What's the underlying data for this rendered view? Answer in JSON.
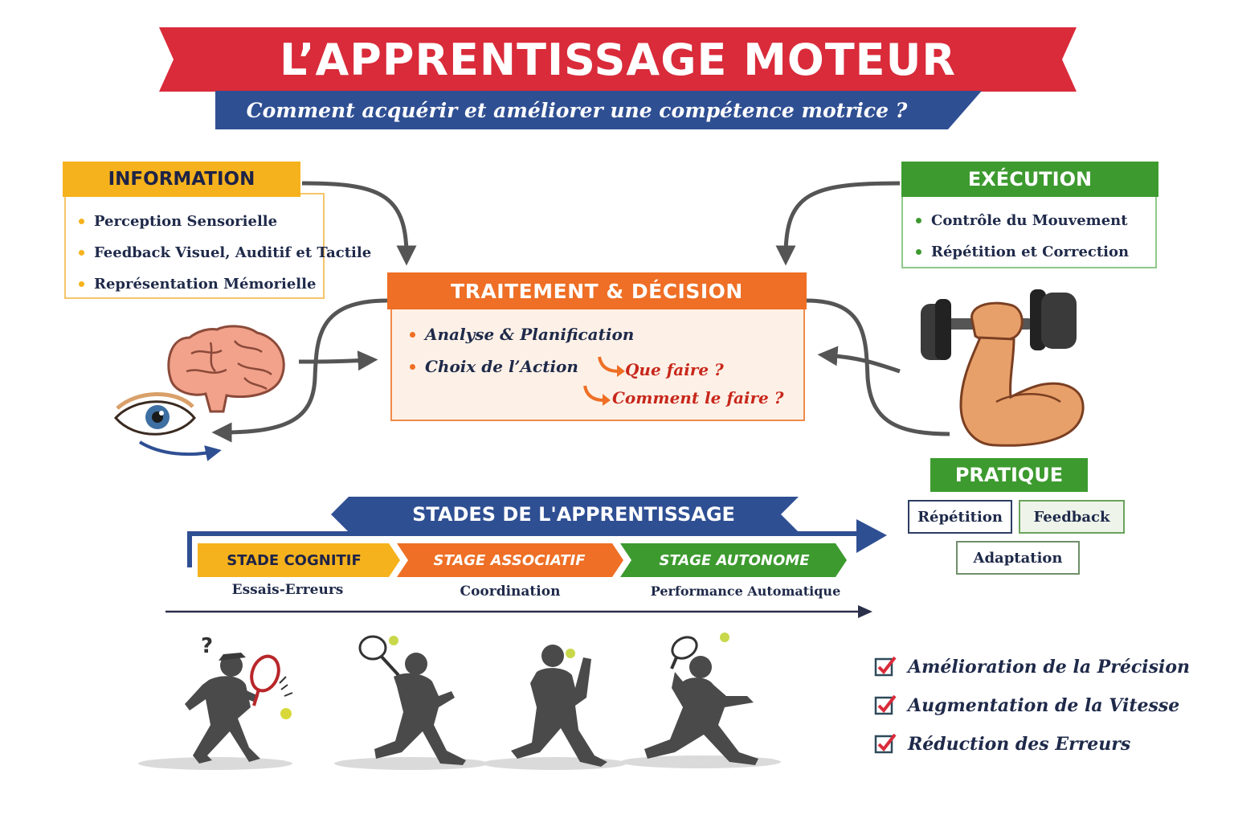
{
  "header": {
    "title": "L’APPRENTISSAGE MOTEUR",
    "subtitle": "Comment acquérir et améliorer une compétence motrice ?"
  },
  "information": {
    "title": "INFORMATION",
    "items": [
      "Perception Sensorielle",
      "Feedback Visuel, Auditif et Tactile",
      "Représentation Mémorielle"
    ]
  },
  "execution": {
    "title": "EXÉCUTION",
    "items": [
      "Contrôle du Mouvement",
      "Répétition et Correction"
    ]
  },
  "traitement": {
    "title": "TRAITEMENT & DÉCISION",
    "items": [
      "Analyse & Planification",
      "Choix de l’Action"
    ],
    "questions": [
      "Que faire ?",
      "Comment le faire ?"
    ]
  },
  "pratique": {
    "title": "PRATIQUE",
    "tags": [
      "Répétition",
      "Feedback",
      "Adaptation"
    ]
  },
  "stades": {
    "title": "STADES DE L'APPRENTISSAGE",
    "stages": [
      {
        "label": "STADE COGNITIF",
        "sub": "Essais-Erreurs"
      },
      {
        "label": "STAGE ASSOCIATIF",
        "sub": "Coordination"
      },
      {
        "label": "STAGE AUTONOME",
        "sub": "Performance Automatique"
      }
    ]
  },
  "results": [
    "Amélioration de la Précision",
    "Augmentation de la Vitesse",
    "Réduction des Erreurs"
  ],
  "colors": {
    "red": "#d92b3a",
    "blue": "#2f4f93",
    "orange": "#ee6f25",
    "yellow": "#f6b21c",
    "green": "#3d9a2f"
  }
}
